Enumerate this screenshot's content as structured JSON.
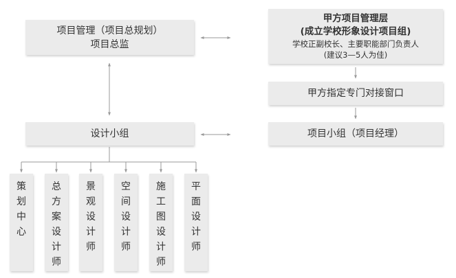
{
  "project_management": {
    "line1": "项目管理（项目总规划）",
    "line2": "项目总监"
  },
  "client_management": {
    "title1": "甲方项目管理层",
    "title2": "(成立学校形象设计项目组)",
    "desc1": "学校正副校长、主要职能部门负责人",
    "desc2": "(建议3—5人为佳)"
  },
  "client_contact": {
    "label": "甲方指定专门对接窗口"
  },
  "design_team": {
    "label": "设计小组"
  },
  "project_team": {
    "label": "项目小组（项目经理）"
  },
  "sub_groups": [
    {
      "chars": [
        "策",
        "划",
        "中",
        "心"
      ]
    },
    {
      "chars": [
        "总",
        "方",
        "案",
        "设",
        "计",
        "师"
      ]
    },
    {
      "chars": [
        "景",
        "观",
        "设",
        "计",
        "师"
      ]
    },
    {
      "chars": [
        "空",
        "间",
        "设",
        "计",
        "师"
      ]
    },
    {
      "chars": [
        "施",
        "工",
        "图",
        "设",
        "计",
        "师"
      ]
    },
    {
      "chars": [
        "平",
        "面",
        "设",
        "计",
        "师"
      ]
    }
  ]
}
